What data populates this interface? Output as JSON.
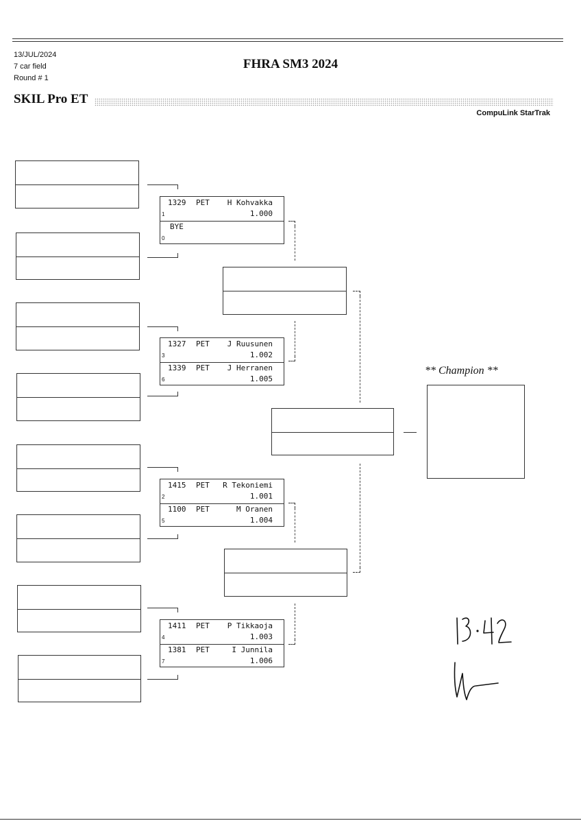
{
  "header": {
    "date": "13/JUL/2024",
    "field": "7 car field",
    "round": "Round # 1",
    "title": "FHRA SM3 2024",
    "class_name": "SKIL Pro ET",
    "software": "CompuLink StarTrak"
  },
  "matchups": [
    {
      "top": {
        "number": "1329",
        "class": "PET",
        "driver": "H Kohvakka",
        "seed": "1",
        "et": "1.000"
      },
      "bottom": {
        "bye": "BYE",
        "seed": "0"
      }
    },
    {
      "top": {
        "number": "1327",
        "class": "PET",
        "driver": "J Ruusunen",
        "seed": "3",
        "et": "1.002"
      },
      "bottom": {
        "number": "1339",
        "class": "PET",
        "driver": "J Herranen",
        "seed": "6",
        "et": "1.005"
      }
    },
    {
      "top": {
        "number": "1415",
        "class": "PET",
        "driver": "R Tekoniemi",
        "seed": "2",
        "et": "1.001"
      },
      "bottom": {
        "number": "1100",
        "class": "PET",
        "driver": "M Oranen",
        "seed": "5",
        "et": "1.004"
      }
    },
    {
      "top": {
        "number": "1411",
        "class": "PET",
        "driver": "P Tikkaoja",
        "seed": "4",
        "et": "1.003"
      },
      "bottom": {
        "number": "1381",
        "class": "PET",
        "driver": "I Junnila",
        "seed": "7",
        "et": "1.006"
      }
    }
  ],
  "champion": {
    "label": "** Champion **"
  },
  "handwritten": {
    "time": "13:42",
    "initials": "signature"
  }
}
